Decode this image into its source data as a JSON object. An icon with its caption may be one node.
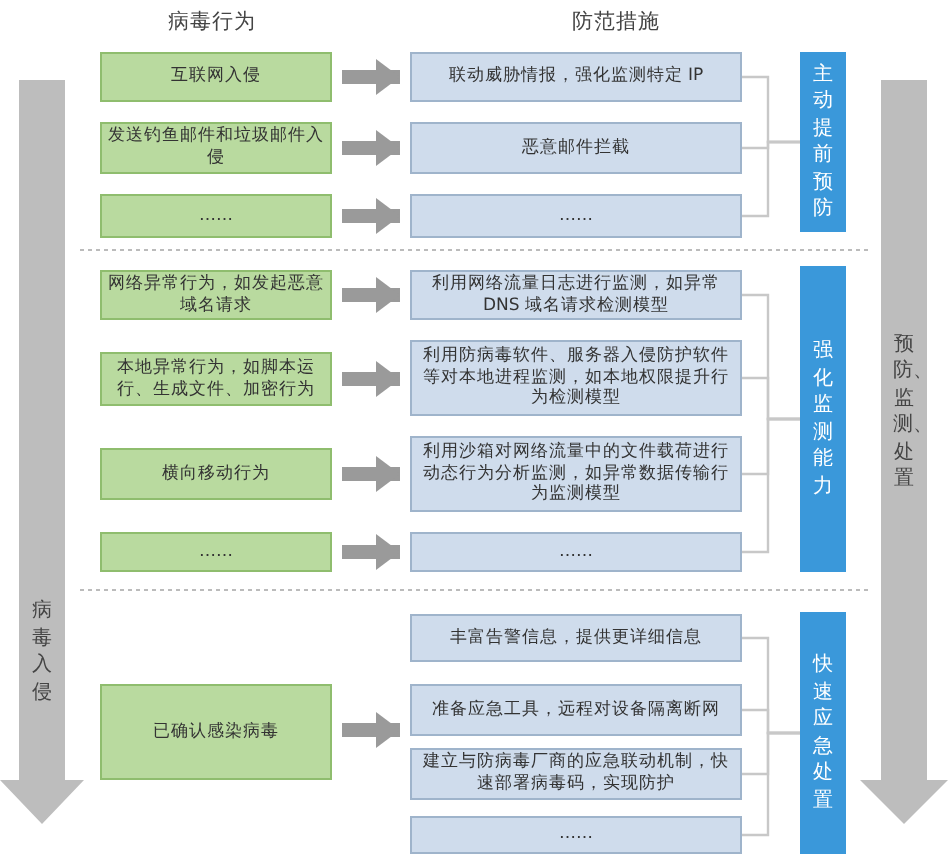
{
  "diagram": {
    "nodes": [
      {
        "text": [
          "病毒入侵"
        ]
      },
      {
        "text": [
          "预防、监测、处置"
        ]
      },
      {
        "text": [
          "互联网入侵"
        ]
      },
      {
        "text": [
          "联动威胁情报，强化监测特定 IP"
        ]
      },
      {
        "text": [
          "发送钓鱼邮件和垃圾邮件入侵"
        ]
      },
      {
        "text": [
          "恶意邮件拦截"
        ]
      },
      {
        "text": [
          "……"
        ]
      },
      {
        "text": [
          "……"
        ]
      },
      {
        "text": [
          "主动提前预防"
        ]
      },
      {
        "text": [
          "网络异常行为，如发起恶意域名请求"
        ]
      },
      {
        "text": [
          "利用网络流量日志进行监测，如异常 DNS 域名请求检测模型"
        ]
      },
      {
        "text": [
          "本地异常行为，如脚本运行、生成文件、加密行为"
        ]
      },
      {
        "text": [
          "利用防病毒软件、服务器入侵防护软件等对本地进程监测，如本地权限提升行为检测模型"
        ]
      },
      {
        "text": [
          "横向移动行为"
        ]
      },
      {
        "text": [
          "利用沙箱对网络流量中的文件载荷进行动态行为分析监测，如异常数据传输行为监测模型"
        ]
      },
      {
        "text": [
          "……"
        ]
      },
      {
        "text": [
          "……"
        ]
      },
      {
        "text": [
          "强化监测能力"
        ]
      },
      {
        "text": [
          "已确认感染病毒"
        ]
      },
      {
        "text": [
          "丰富告警信息，提供更详细信息"
        ]
      },
      {
        "text": [
          "准备应急工具，远程对设备隔离断网"
        ]
      },
      {
        "text": [
          "建立与防病毒厂商的应急联动机制，快速部署病毒码，实现防护"
        ]
      },
      {
        "text": [
          "……"
        ]
      },
      {
        "text": [
          "快速应急处置"
        ]
      }
    ],
    "edges": [
      {
        "from": 2,
        "to": 3,
        "arrow": "to",
        "style": "thick"
      },
      {
        "from": 4,
        "to": 5,
        "arrow": "to",
        "style": "thick"
      },
      {
        "from": 6,
        "to": 7,
        "arrow": "to",
        "style": "thick"
      },
      {
        "from": 3,
        "to": 8,
        "arrow": "none",
        "color": "#c8c8c8"
      },
      {
        "from": 5,
        "to": 8,
        "arrow": "none",
        "color": "#c8c8c8"
      },
      {
        "from": 7,
        "to": 8,
        "arrow": "none",
        "color": "#c8c8c8"
      },
      {
        "from": 9,
        "to": 10,
        "arrow": "to",
        "style": "thick"
      },
      {
        "from": 11,
        "to": 12,
        "arrow": "to",
        "style": "thick"
      },
      {
        "from": 13,
        "to": 14,
        "arrow": "to",
        "style": "thick"
      },
      {
        "from": 15,
        "to": 16,
        "arrow": "to",
        "style": "thick"
      },
      {
        "from": 10,
        "to": 17,
        "arrow": "none",
        "color": "#c8c8c8"
      },
      {
        "from": 12,
        "to": 17,
        "arrow": "none",
        "color": "#c8c8c8"
      },
      {
        "from": 14,
        "to": 17,
        "arrow": "none",
        "color": "#c8c8c8"
      },
      {
        "from": 16,
        "to": 17,
        "arrow": "none",
        "color": "#c8c8c8"
      },
      {
        "from": 18,
        "to": 20,
        "arrow": "to",
        "style": "thick"
      },
      {
        "from": 19,
        "to": 23,
        "arrow": "none",
        "color": "#c8c8c8"
      },
      {
        "from": 20,
        "to": 23,
        "arrow": "none",
        "color": "#c8c8c8"
      },
      {
        "from": 21,
        "to": 23,
        "arrow": "none",
        "color": "#c8c8c8"
      },
      {
        "from": 22,
        "to": 23,
        "arrow": "none",
        "color": "#c8c8c8"
      }
    ],
    "labels": [
      "病毒行为",
      "防范措施"
    ]
  }
}
